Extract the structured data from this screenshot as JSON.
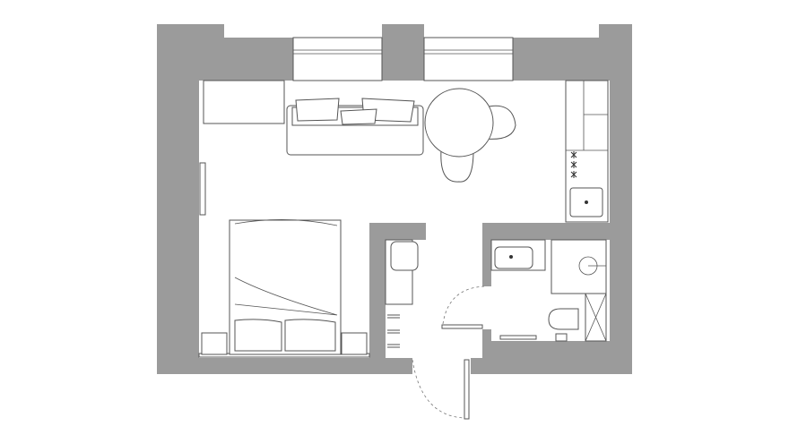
{
  "plan": {
    "colors": {
      "wall": "#9b9b9b",
      "line": "#555555",
      "floor": "#ffffff"
    },
    "rooms": [
      "living-sleeping-area",
      "kitchen",
      "entrance-hall",
      "bathroom"
    ],
    "icons": [
      "sofa-icon",
      "dining-table-icon",
      "chair-icon",
      "bed-icon",
      "nightstand-icon",
      "tv-icon",
      "stove-icon",
      "kitchen-sink-icon",
      "washbasin-icon",
      "toilet-icon",
      "shower-icon",
      "door-icon",
      "window-icon",
      "wardrobe-icon"
    ]
  }
}
